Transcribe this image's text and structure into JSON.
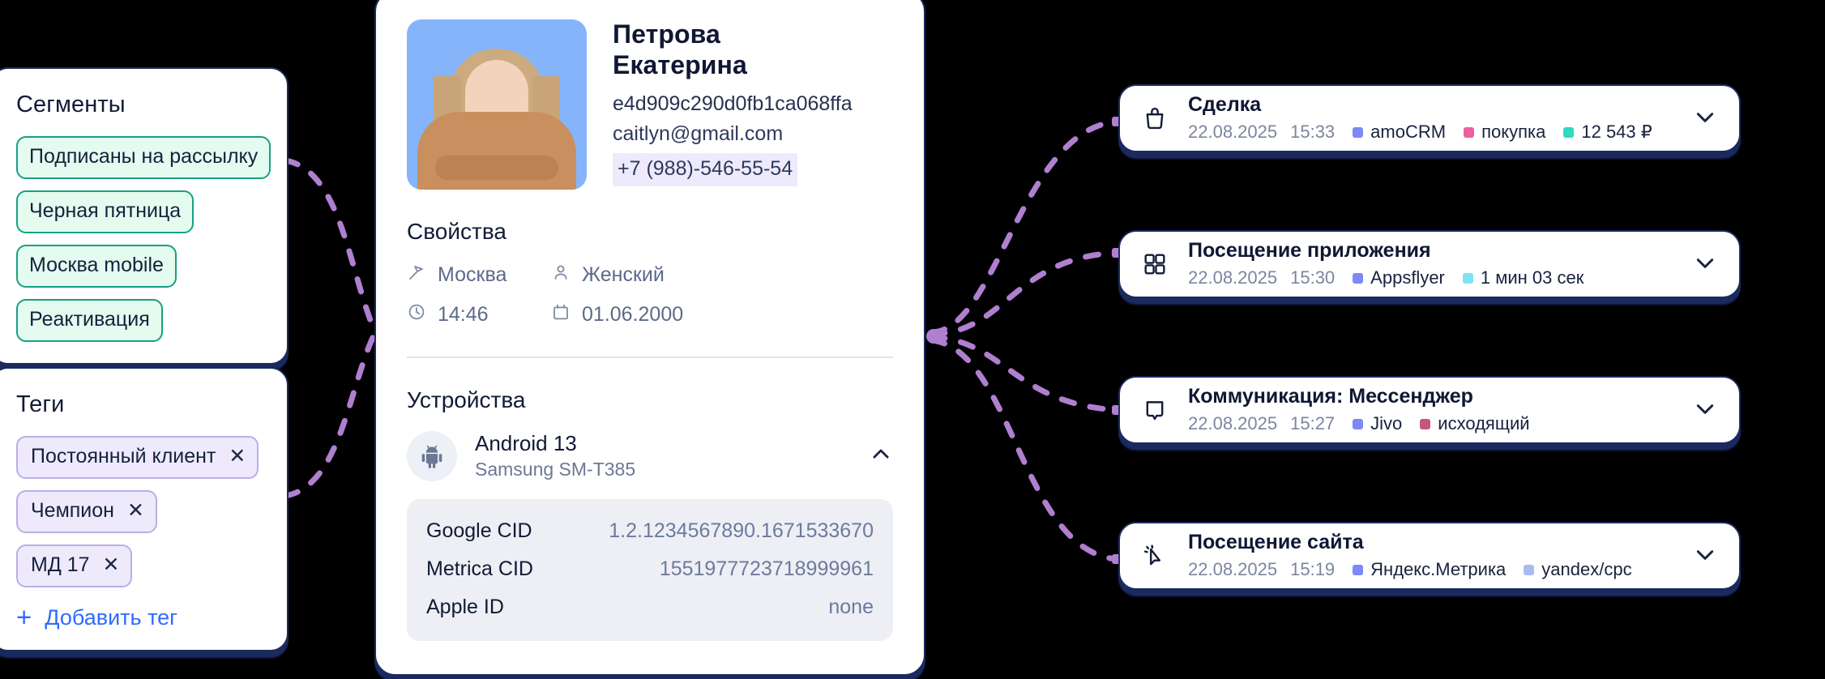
{
  "segments": {
    "title": "Сегменты",
    "accent": "#16a083",
    "items": [
      {
        "label": "Подписаны на рассылку"
      },
      {
        "label": "Черная пятница"
      },
      {
        "label": "Москва mobile"
      },
      {
        "label": "Реактивация"
      }
    ]
  },
  "tags": {
    "title": "Теги",
    "accent": "#b9aee8",
    "remove_icon": "close-icon",
    "remove_glyph": "✕",
    "items": [
      {
        "label": "Постоянный клиент"
      },
      {
        "label": "Чемпион"
      },
      {
        "label": "МД 17"
      }
    ],
    "add": {
      "label": "Добавить тег",
      "plus": "+",
      "color": "#2f6bff"
    }
  },
  "profile": {
    "avatar_icon": "user-photo",
    "name": "Петрова\nЕкатерина",
    "name_line1": "Петрова",
    "name_line2": "Екатерина",
    "id": "e4d909c290d0fb1ca068ffa",
    "email": "caitlyn@gmail.com",
    "phone": "+7 (988)-546-55-54",
    "phone_highlight": "#eeeafc",
    "properties": {
      "title": "Свойства",
      "items": [
        {
          "icon": "location-pin-icon",
          "value": "Москва"
        },
        {
          "icon": "person-icon",
          "value": "Женский"
        },
        {
          "icon": "clock-icon",
          "value": "14:46"
        },
        {
          "icon": "calendar-icon",
          "value": "01.06.2000"
        }
      ]
    },
    "devices": {
      "title": "Устройства",
      "device": {
        "icon": "android-icon",
        "os": "Android 13",
        "model": "Samsung SM-T385",
        "toggle_icon": "chevron-up-icon",
        "expanded": true
      },
      "ids": [
        {
          "key": "Google CID",
          "value": "1.2.1234567890.1671533670"
        },
        {
          "key": "Metrica CID",
          "value": "1551977723718999961"
        },
        {
          "key": "Apple ID",
          "value": "none"
        }
      ]
    }
  },
  "events": {
    "chevron_icon": "chevron-down-icon",
    "items": [
      {
        "icon": "shopping-bag-icon",
        "title": "Сделка",
        "date": "22.08.2025",
        "time": "15:33",
        "tags": [
          {
            "label": "amoCRM",
            "color": "#7b8af6"
          },
          {
            "label": "покупка",
            "color": "#ee5fa0"
          },
          {
            "label": "12 543 ₽",
            "color": "#2fd9c2"
          }
        ]
      },
      {
        "icon": "grid-apps-icon",
        "title": "Посещение приложения",
        "date": "22.08.2025",
        "time": "15:30",
        "tags": [
          {
            "label": "Appsflyer",
            "color": "#7b8af6"
          },
          {
            "label": "1 мин 03 сек",
            "color": "#7fe3f7"
          }
        ]
      },
      {
        "icon": "message-icon",
        "title": "Коммуникация: Мессенджер",
        "date": "22.08.2025",
        "time": "15:27",
        "tags": [
          {
            "label": "Jivo",
            "color": "#7b8af6"
          },
          {
            "label": "исходящий",
            "color": "#c4577f"
          }
        ]
      },
      {
        "icon": "cursor-click-icon",
        "title": "Посещение сайта",
        "date": "22.08.2025",
        "time": "15:19",
        "tags": [
          {
            "label": "Яндекс.Метрика",
            "color": "#7b8af6"
          },
          {
            "label": "yandex/cpc",
            "color": "#a9baf3"
          }
        ]
      }
    ]
  },
  "connectors": {
    "color": "#b07fd0",
    "style": "dashed"
  }
}
